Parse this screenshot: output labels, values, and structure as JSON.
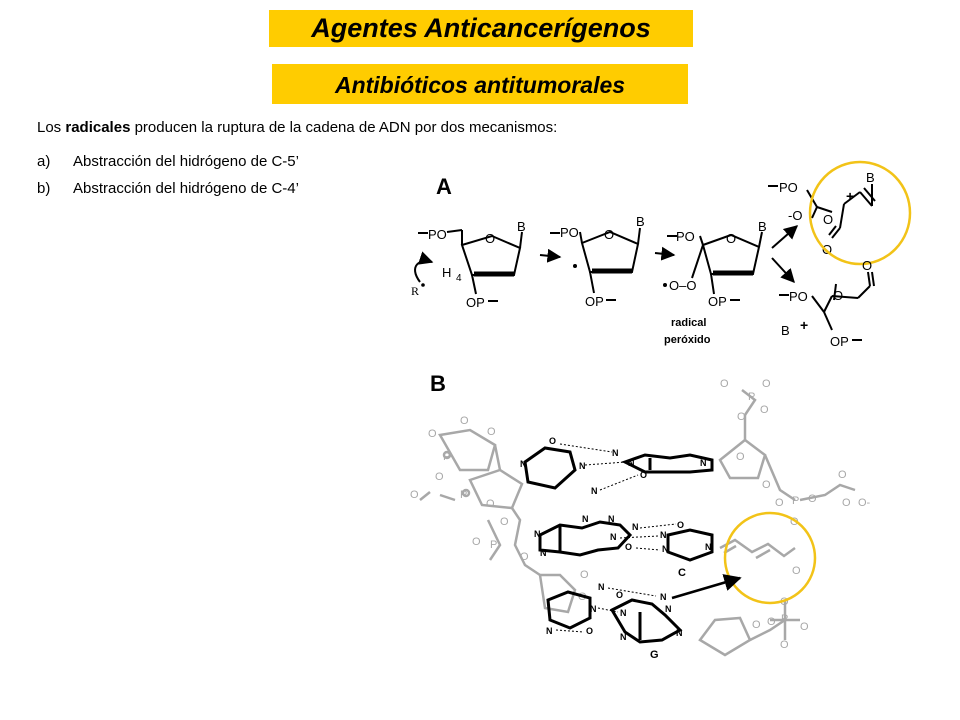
{
  "header": {
    "title": "Agentes Anticancerígenos",
    "subtitle": "Antibióticos antitumorales"
  },
  "intro": {
    "before": "Los ",
    "emphasis": "radicales",
    "after": " producen la ruptura de la cadena de ADN por dos mecanismos:"
  },
  "mechanisms": [
    {
      "marker": "a)",
      "text": "Abstracción del hidrógeno de C-5’"
    },
    {
      "marker": "b)",
      "text": "Abstracción del hidrógeno de C-4’"
    }
  ],
  "figure_a": {
    "panel_label": "A",
    "groups": {
      "po": "PO",
      "op": "OP",
      "o": "O",
      "b": "B",
      "h": "H",
      "c4": "4",
      "r": "R",
      "oo": "O–O",
      "oneg": "-O",
      "plus": "+"
    },
    "peroxide_label_1": "radical",
    "peroxide_label_2": "peróxido"
  },
  "figure_b": {
    "panel_label": "B",
    "base_c": "C",
    "base_g": "G",
    "atoms": {
      "n": "N",
      "o": "O",
      "p": "P",
      "ominus": "O-"
    }
  },
  "colors": {
    "title_bg": "#ffcc00",
    "highlight": "#f2c318",
    "gray": "#a8a8a8"
  }
}
